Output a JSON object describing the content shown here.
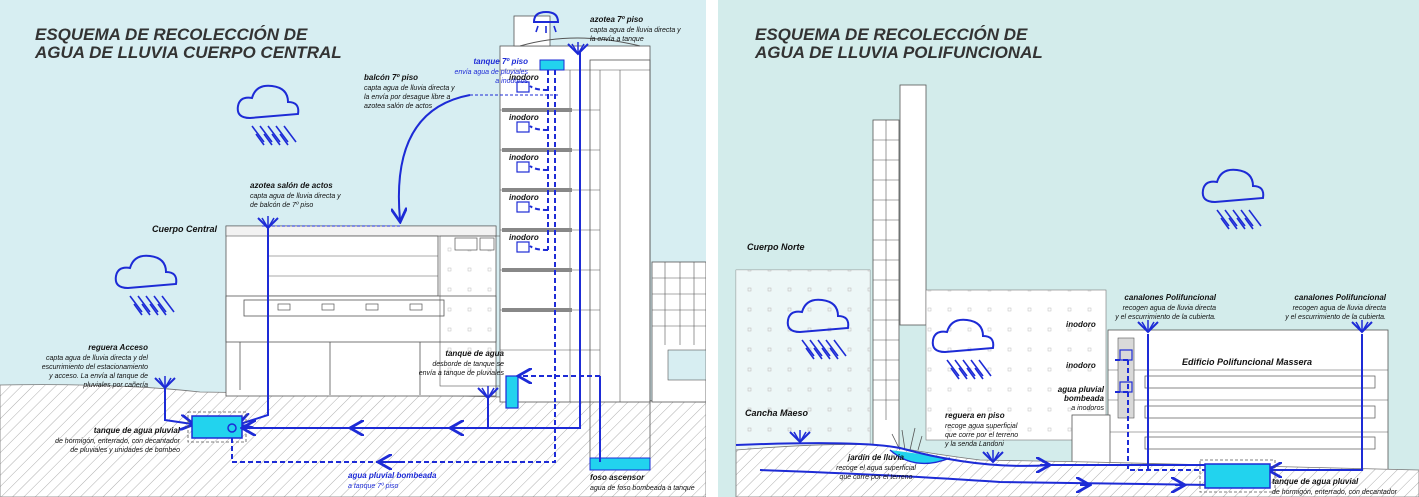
{
  "colors": {
    "sky": "#d7eef2",
    "water_pipe": "#1d2bd6",
    "tank_fill": "#22d3ee",
    "ground_hatch": "#9a9a9a"
  },
  "left_panel": {
    "title_line1": "ESQUEMA DE RECOLECCIÓN DE",
    "title_line2": "AGUA DE LLUVIA CUERPO CENTRAL",
    "building_label": "Cuerpo Central",
    "labels": {
      "azotea7_title": "azotea 7º piso",
      "azotea7_l1": "capta agua de lluvia directa y",
      "azotea7_l2": "la envía a tanque",
      "tanque7_title": "tanque 7º piso",
      "tanque7_l1": "envía agua de pluviales",
      "tanque7_l2": "a inodoros",
      "balcon_title": "balcón 7º piso",
      "balcon_l1": "capta agua de lluvia directa y",
      "balcon_l2": "la envía por desague libre a",
      "balcon_l3": "azotea salón de actos",
      "inodoro": "inodoro",
      "salon_title": "azotea salón de actos",
      "salon_l1": "capta agua de lluvia directa y",
      "salon_l2": "de balcón de 7º piso",
      "reguera_title": "reguera Acceso",
      "reguera_l1": "capta agua de lluvia directa y del",
      "reguera_l2": "escurrimiento del estacionamiento",
      "reguera_l3": "y acceso. La envía al tanque de",
      "reguera_l4": "pluviales por cañería",
      "tanque_agua_title": "tanque de agua",
      "tanque_agua_l1": "desborde de tanque se",
      "tanque_agua_l2": "envía a tanque de pluviales",
      "tanque_pluvial_title": "tanque de agua pluvial",
      "tanque_pluvial_l1": "de hormigón, enterrado, con decantador",
      "tanque_pluvial_l2": "de pluviales y unidades de bombeo",
      "bombeada_title": "agua pluvial bombeada",
      "bombeada_l1": "a tanque 7º piso",
      "foso_title": "foso ascensor",
      "foso_l1": "agua de foso bombeada a tanque"
    }
  },
  "right_panel": {
    "title_line1": "ESQUEMA DE RECOLECCIÓN DE",
    "title_line2": "AGUA DE LLUVIA POLIFUNCIONAL",
    "labels": {
      "cuerpo_norte": "Cuerpo Norte",
      "cancha": "Cancha Maeso",
      "edificio": "Edificio Polifuncional Massera",
      "canalones_title": "canalones Polifuncional",
      "canalones_l1": "recogen agua de lluvia directa",
      "canalones_l2": "y el escurrimiento de la cubierta.",
      "inodoro": "inodoro",
      "agua_pluvial_b1": "agua pluvial",
      "agua_pluvial_b2": "bombeada",
      "agua_pluvial_b3": "a inodoros",
      "reguera_title": "reguera en piso",
      "reguera_l1": "recoge agua superficial",
      "reguera_l2": "que corre por el terreno",
      "reguera_l3": "y la senda Landoni",
      "jardin_title": "jardín de lluvia",
      "jardin_l1": "recoge el agua superficial",
      "jardin_l2": "que corre por el terreno",
      "tanque_title": "tanque de agua pluvial",
      "tanque_l1": "de hormigón, enterrado, con decantador"
    }
  }
}
